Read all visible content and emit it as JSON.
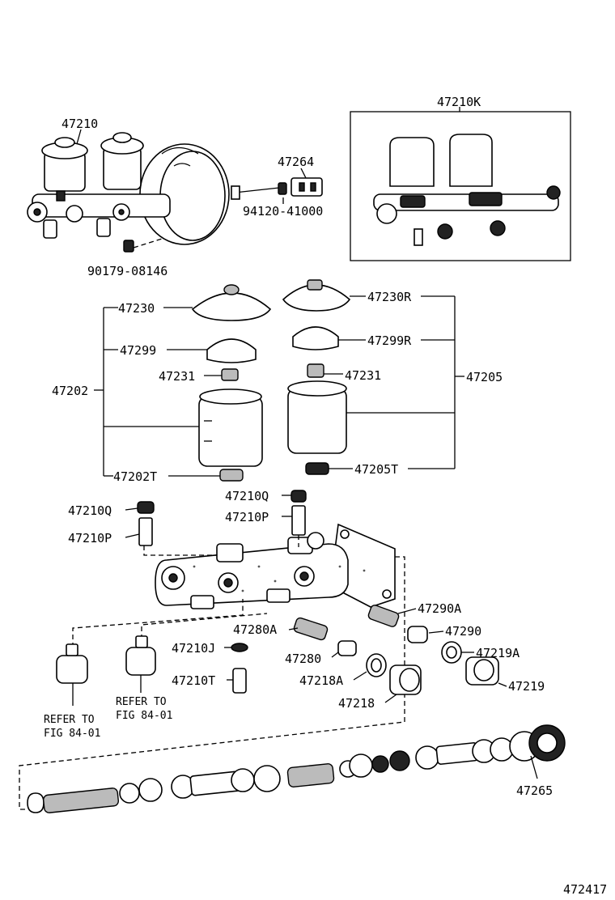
{
  "parts": {
    "p47210": "47210",
    "p47210K": "47210K",
    "p47264": "47264",
    "p94120": "94120-41000",
    "p90179": "90179-08146",
    "p47230": "47230",
    "p47230R": "47230R",
    "p47299": "47299",
    "p47299R": "47299R",
    "p47231L": "47231",
    "p47231R": "47231",
    "p47202": "47202",
    "p47205": "47205",
    "p47202T": "47202T",
    "p47205T": "47205T",
    "p47210QL": "47210Q",
    "p47210QR": "47210Q",
    "p47210PL": "47210P",
    "p47210PR": "47210P",
    "p47290A": "47290A",
    "p47290": "47290",
    "p47280A": "47280A",
    "p47280": "47280",
    "p47210J": "47210J",
    "p47219A": "47219A",
    "p47219": "47219",
    "p47218A": "47218A",
    "p47218": "47218",
    "p47210T": "47210T",
    "p47265": "47265"
  },
  "refer_left": {
    "line1": "REFER TO",
    "line2": "FIG 84-01"
  },
  "refer_right": {
    "line1": "REFER TO",
    "line2": "FIG 84-01"
  },
  "figure_number": "472417"
}
